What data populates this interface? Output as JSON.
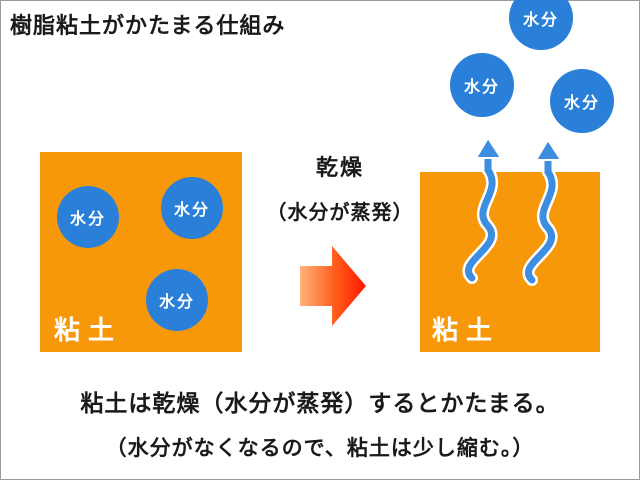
{
  "title": "樹脂粘土がかたまる仕組み",
  "left_block": {
    "label": "粘土",
    "drops": [
      "水分",
      "水分",
      "水分"
    ]
  },
  "process": {
    "label": "乾燥",
    "note": "（水分が蒸発）"
  },
  "right_block": {
    "label": "粘土",
    "evaporated_drops": [
      "水分",
      "水分",
      "水分"
    ]
  },
  "caption": {
    "line1": "粘土は乾燥（水分が蒸発）するとかたまる。",
    "line2": "（水分がなくなるので、粘土は少し縮む。）"
  },
  "colors": {
    "clay": "#f7980a",
    "water": "#2a80d8",
    "wave": "#3d8ee0",
    "arrow": "#ff2200"
  }
}
